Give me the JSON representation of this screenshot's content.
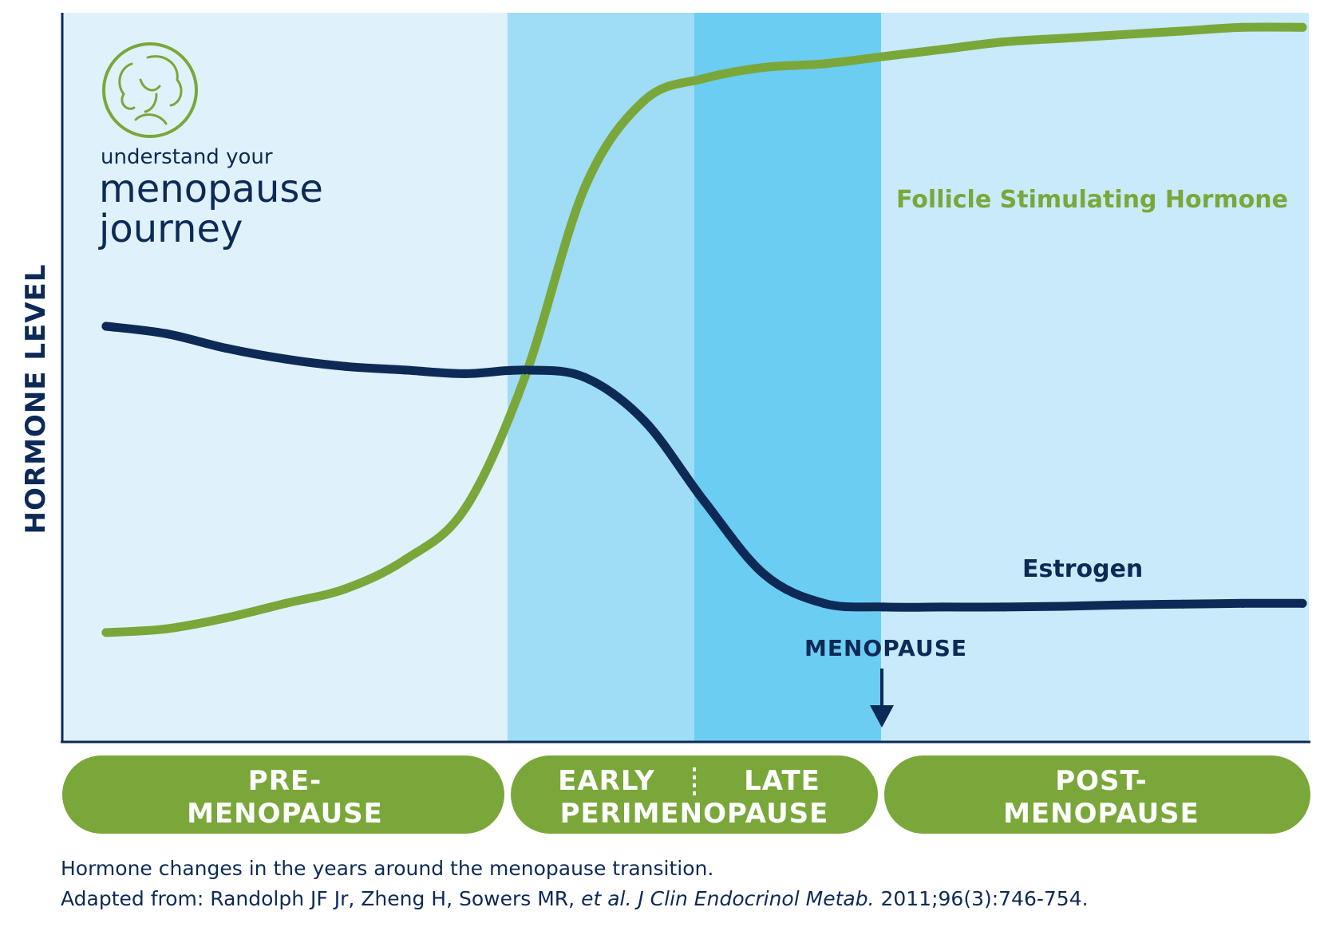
{
  "chart_data": {
    "type": "line",
    "ylabel": "HORMONE LEVEL",
    "xlabel": "",
    "grid": false,
    "x": [
      0,
      5,
      10,
      15,
      20,
      25,
      30,
      35,
      40,
      45,
      50,
      55,
      60,
      65,
      70,
      75,
      80,
      85,
      90,
      95,
      100
    ],
    "ylim": [
      0,
      100
    ],
    "series": [
      {
        "name": "Follicle Stimulating Hormone",
        "color": "#7aa73a",
        "values": [
          15,
          15.5,
          17,
          19,
          21,
          25,
          32,
          50,
          76,
          88,
          91,
          92.5,
          93,
          94,
          95,
          96,
          96.5,
          97,
          97.5,
          98,
          98
        ]
      },
      {
        "name": "Estrogen",
        "color": "#0d2a57",
        "values": [
          57,
          56,
          54,
          52.5,
          51.5,
          51,
          50.5,
          51,
          50,
          44,
          33,
          23,
          19,
          18.5,
          18.5,
          18.5,
          18.6,
          18.8,
          18.9,
          19,
          19
        ]
      }
    ],
    "phases": [
      {
        "line1": "PRE-",
        "line2": "MENOPAUSE",
        "bg": "#dff2fb"
      },
      {
        "line1": "EARLY",
        "line1b": "LATE",
        "line2": "PERIMENOPAUSE",
        "bg": "#9fdcf5",
        "bg2": "#6ccdf2"
      },
      {
        "line1": "POST-",
        "line2": "MENOPAUSE",
        "bg": "#c8eafa"
      }
    ],
    "annotation": {
      "label": "MENOPAUSE"
    }
  },
  "logo": {
    "line1": "understand your",
    "line2": "menopause",
    "line3": "journey"
  },
  "caption": {
    "line1": "Hormone changes in the years around the menopause transition.",
    "line2_a": "Adapted from: Randolph JF Jr, Zheng H, Sowers MR, ",
    "line2_b": "et al. J Clin Endocrinol Metab.",
    "line2_c": " 2011;96(3):746-754."
  },
  "colors": {
    "green": "#7aa73a",
    "navy": "#0d2a57"
  }
}
